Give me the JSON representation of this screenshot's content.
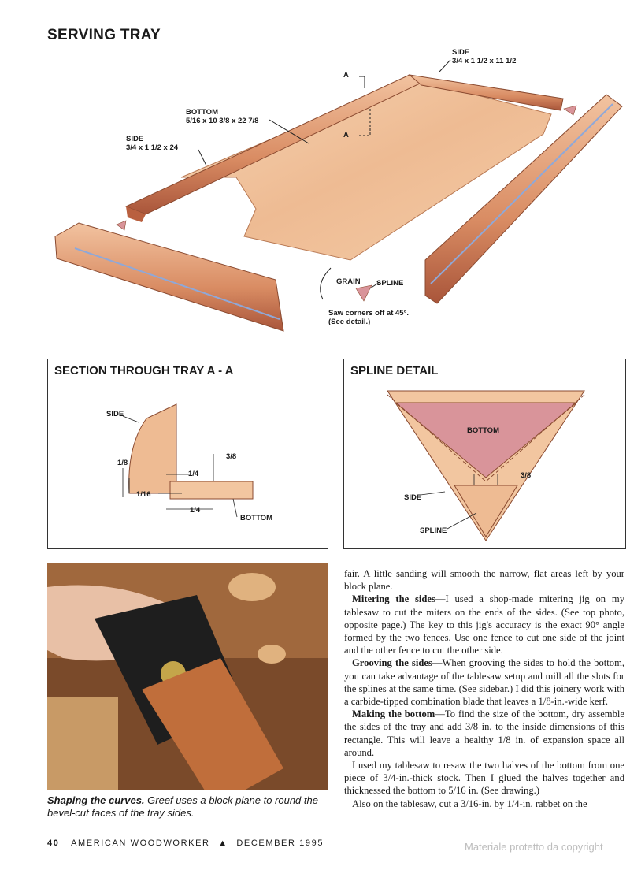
{
  "page": {
    "title": "SERVING TRAY"
  },
  "exploded": {
    "side_right_name": "SIDE",
    "side_right_dim": "3/4 x 1 1/2 x 11 1/2",
    "bottom_name": "BOTTOM",
    "bottom_dim": "5/16 x 10 3/8 x 22 7/8",
    "side_left_name": "SIDE",
    "side_left_dim": "3/4 x 1 1/2 x 24",
    "section_a_top": "A",
    "section_a_mid": "A",
    "grain": "GRAIN",
    "spline": "SPLINE",
    "saw_note_1": "Saw corners off at 45°.",
    "saw_note_2": "(See detail.)"
  },
  "section": {
    "title": "SECTION THROUGH TRAY A - A",
    "side": "SIDE",
    "bottom": "BOTTOM",
    "dim_1_8": "1/8",
    "dim_1_4_top": "1/4",
    "dim_3_8": "3/8",
    "dim_1_16": "1/16",
    "dim_1_4_bottom": "1/4"
  },
  "spline_detail": {
    "title": "SPLINE DETAIL",
    "bottom": "BOTTOM",
    "dim_3_8": "3/8",
    "side": "SIDE",
    "spline": "SPLINE"
  },
  "photo": {
    "caption_bold": "Shaping the curves.",
    "caption_text": " Greef uses a block plane to round the bevel-cut faces of the tray sides."
  },
  "article": {
    "p1": "fair. A little sanding will smooth the narrow, flat areas left by your block plane.",
    "p2_head": "Mitering the sides",
    "p2_text": "—I used a shop-made mitering jig on my tablesaw to cut the miters on the ends of the sides. (See top photo, opposite page.) The key to this jig's accuracy is the exact 90° angle formed by the two fences. Use one fence to cut one side of the joint and the other fence to cut the other side.",
    "p3_head": "Grooving the sides",
    "p3_text": "—When grooving the sides to hold the bottom, you can take advantage of the tablesaw setup and mill all the slots for the splines at the same time. (See sidebar.) I did this joinery work with a carbide-tipped combination blade that leaves a 1/8-in.-wide kerf.",
    "p4_head": "Making the bottom",
    "p4_text": "—To find the size of the bottom, dry assemble the sides of the tray and add 3/8 in. to the inside dimensions of this rectangle. This will leave a healthy 1/8 in. of expansion space all around.",
    "p5": "I used my tablesaw to resaw the two halves of the bottom from one piece of 3/4-in.-thick stock. Then I glued the halves together and thicknessed the bottom to 5/16 in. (See drawing.)",
    "p6": "Also on the tablesaw, cut a 3/16-in. by 1/4-in. rabbet on the"
  },
  "footer": {
    "page_number": "40",
    "magazine": "AMERICAN WOODWORKER",
    "triangle": "▲",
    "issue": "DECEMBER 1995"
  },
  "watermark": "Materiale protetto da copyright",
  "colors": {
    "wood_light": "#f2c6a0",
    "wood_mid": "#e3a27a",
    "wood_dark": "#b9603f",
    "spline_pink": "#d9949a",
    "groove_blue": "#8fa8d8"
  }
}
